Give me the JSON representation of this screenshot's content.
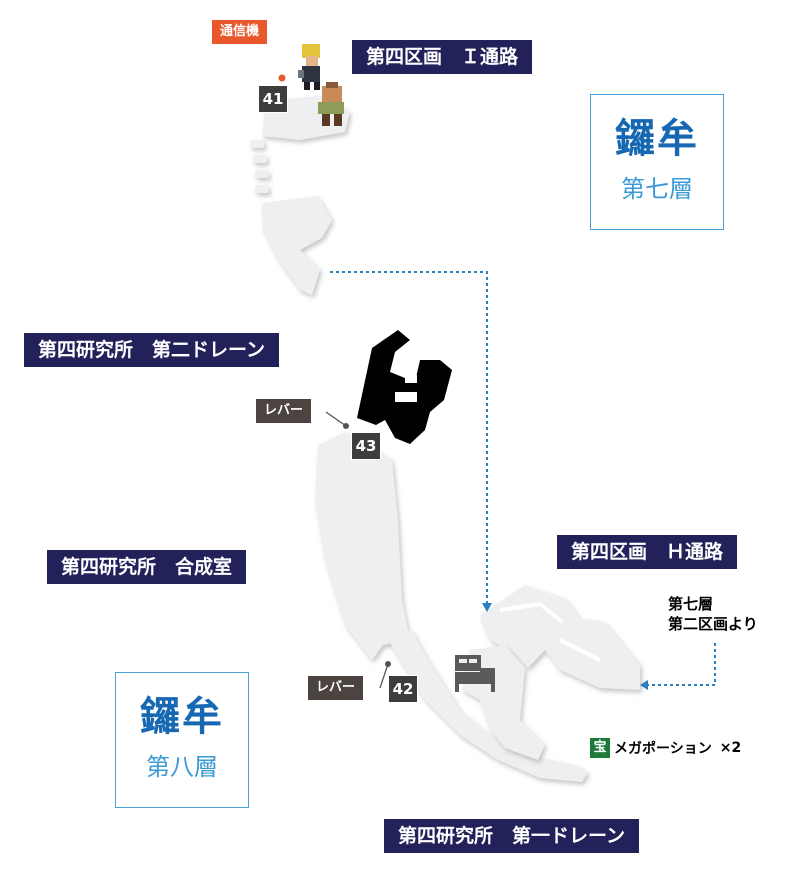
{
  "area_labels": {
    "sector4_i_passage": "第四区画　Ｉ通路",
    "lab4_drain2": "第四研究所　第二ドレーン",
    "lab4_synthesis": "第四研究所　合成室",
    "sector4_h_passage": "第四区画　Ｈ通路",
    "lab4_drain1": "第四研究所　第一ドレーン"
  },
  "floor_upper": {
    "name": "鑼牟",
    "level": "第七層"
  },
  "floor_lower": {
    "name": "鑼牟",
    "level": "第八層"
  },
  "markers": {
    "comm": {
      "label": "通信機",
      "number": "41"
    },
    "lever_top": {
      "label": "レバー",
      "number": "43"
    },
    "lever_bottom": {
      "label": "レバー",
      "number": "42"
    }
  },
  "entry_note": {
    "line1": "第七層",
    "line2": "第二区画より"
  },
  "treasure": {
    "icon": "宝",
    "item": "メガポーション",
    "qty": "×2"
  },
  "icons": {
    "characters": "party-sprite-icon",
    "inn": "bed-icon"
  },
  "colors": {
    "label_bg": "#22215a",
    "floor_name": "#1668b3",
    "floor_border": "#4a9fd6",
    "comm_tag": "#e9582a",
    "lever_tag": "#4c4440",
    "treasure_icon": "#1f7a3a",
    "route_line": "#2a7fc1",
    "walkable": "#eeeff1"
  }
}
